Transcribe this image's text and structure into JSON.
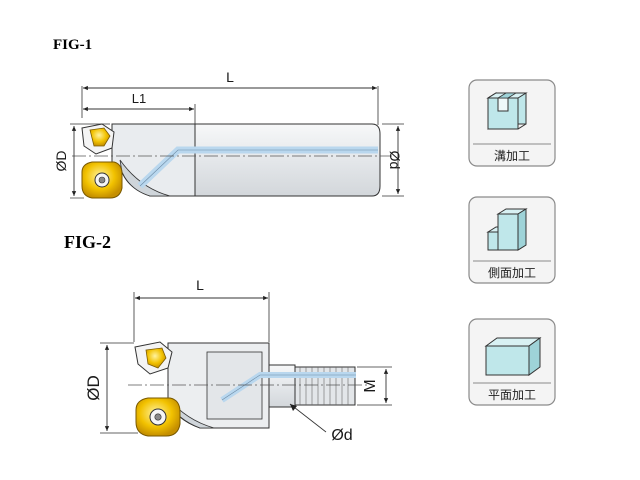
{
  "figures": {
    "fig1": {
      "label": "FIG-1",
      "dims": {
        "overall_length": "L",
        "head_length": "L1",
        "head_diameter": "ØD",
        "shank_diameter": "Ød"
      }
    },
    "fig2": {
      "label": "FIG-2",
      "dims": {
        "length": "L",
        "head_diameter": "ØD",
        "thread": "M",
        "neck_diameter": "Ød"
      }
    }
  },
  "operations": [
    {
      "icon": "slot-machining-icon",
      "label": "溝加工"
    },
    {
      "icon": "side-machining-icon",
      "label": "側面加工"
    },
    {
      "icon": "face-machining-icon",
      "label": "平面加工"
    }
  ],
  "colors": {
    "line": "#222222",
    "body_fill": "#eef0f2",
    "coolant": "#b9d7ee",
    "insert_gold": "#f2c200",
    "icon_block": "#bfe7ea",
    "panel_border": "#8a8a8a",
    "panel_bg": "#f4f4f4"
  }
}
